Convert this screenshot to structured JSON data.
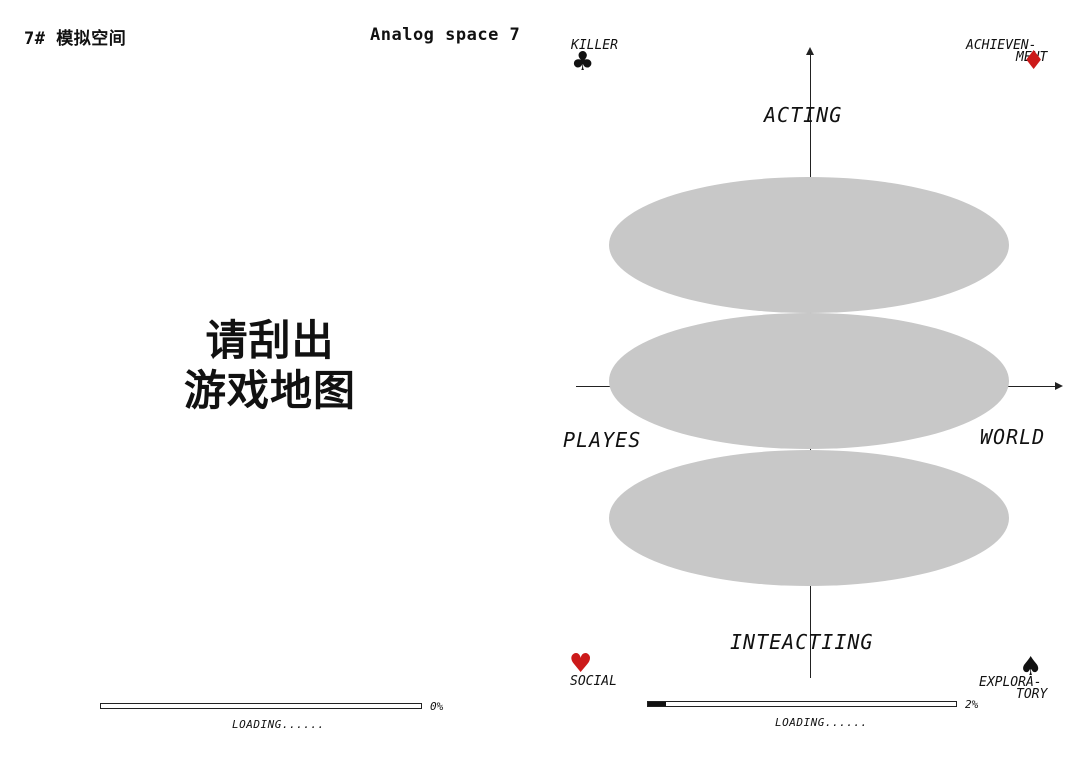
{
  "left_panel": {
    "header_left": "7# 模拟空间",
    "header_right": "Analog space 7",
    "title_line1": "请刮出",
    "title_line2": "游戏地图",
    "progress": {
      "value": 0,
      "label": "0%"
    },
    "loading_text": "LOADING......"
  },
  "right_panel": {
    "axis_top": "ACTING",
    "axis_bottom": "INTEACTIING",
    "axis_left": "PLAYES",
    "axis_right": "WORLD",
    "corners": {
      "top_left": {
        "label": "KILLER",
        "suit": "♣",
        "suit_name": "club-icon",
        "color": "#111111"
      },
      "top_right": {
        "label_line1": "ACHIEVEN-",
        "label_line2": "MENT",
        "suit": "♦",
        "suit_name": "diamond-icon",
        "color": "#cc1a1a"
      },
      "bottom_left": {
        "label": "SOCIAL",
        "suit": "♥",
        "suit_name": "heart-icon",
        "color": "#cc1a1a"
      },
      "bottom_right": {
        "label_line1": "EXPLORA-",
        "label_line2": "TORY",
        "suit": "♠",
        "suit_name": "spade-icon",
        "color": "#111111"
      }
    },
    "progress": {
      "value": 0.02,
      "label": "2%"
    },
    "loading_text": "LOADING......"
  },
  "colors": {
    "ellipse": "#c8c8c8",
    "accent_red": "#cc1a1a",
    "ink": "#111111"
  }
}
